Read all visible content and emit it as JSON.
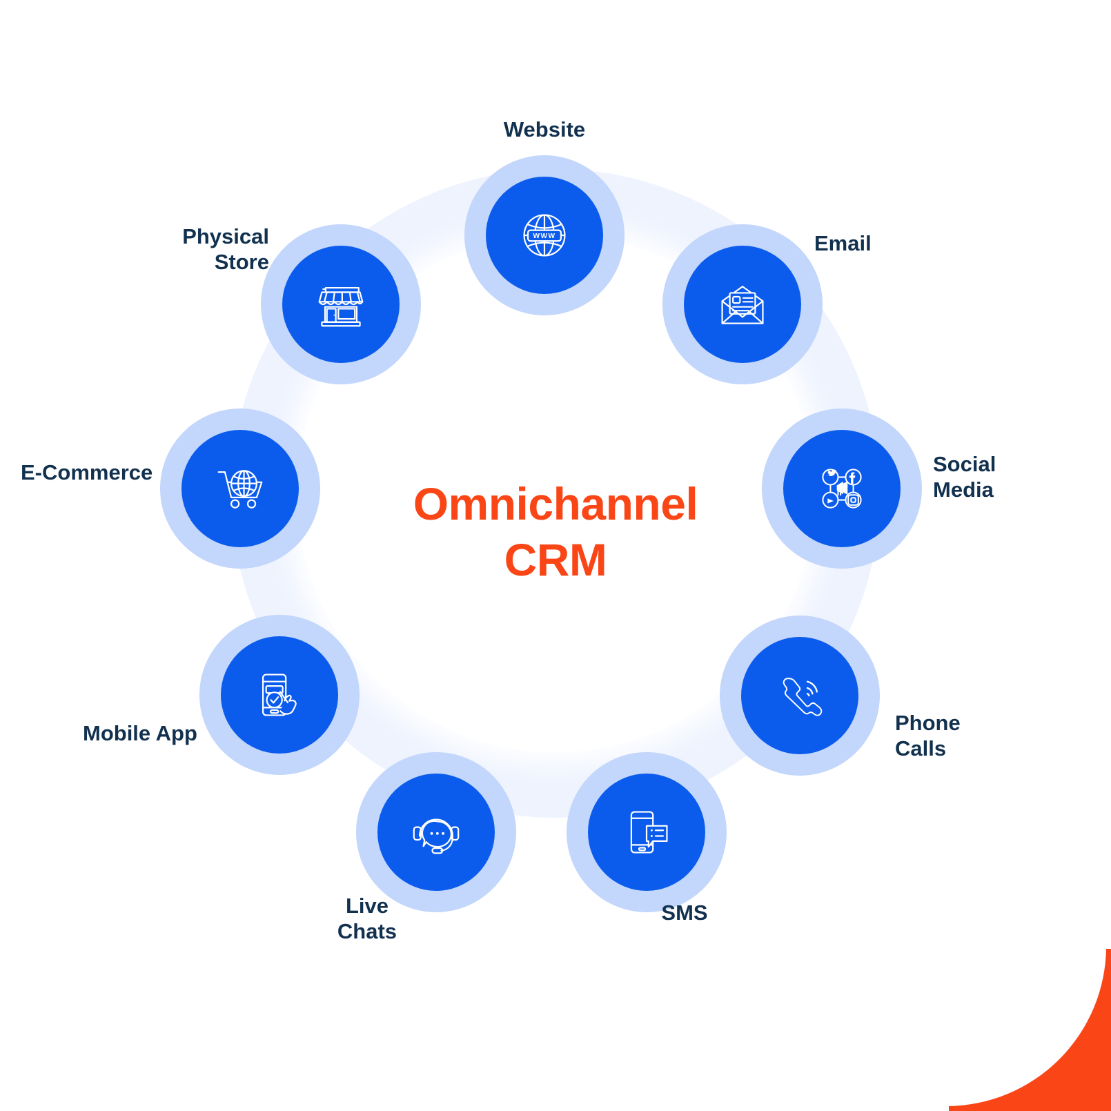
{
  "center": {
    "title": "Omnichannel\nCRM",
    "color": "#fa4616"
  },
  "theme": {
    "node_ring_color": "#c3d6fb",
    "node_core_color": "#0b5ced",
    "label_color": "#12314f",
    "background_band_color": "#eef3fe",
    "accent_color": "#fa4616",
    "page_background": "#ffffff"
  },
  "nodes": [
    {
      "id": "website",
      "label": "Website",
      "icon": "globe-www-icon"
    },
    {
      "id": "email",
      "label": "Email",
      "icon": "open-envelope-icon"
    },
    {
      "id": "social-media",
      "label": "Social\nMedia",
      "icon": "social-network-megaphone-icon"
    },
    {
      "id": "phone-calls",
      "label": "Phone\nCalls",
      "icon": "phone-handset-waves-icon"
    },
    {
      "id": "sms",
      "label": "SMS",
      "icon": "phone-message-bubble-icon"
    },
    {
      "id": "live-chats",
      "label": "Live\nChats",
      "icon": "headset-chat-icon"
    },
    {
      "id": "mobile-app",
      "label": "Mobile App",
      "icon": "phone-tap-check-icon"
    },
    {
      "id": "e-commerce",
      "label": "E-Commerce",
      "icon": "cart-globe-icon"
    },
    {
      "id": "physical-store",
      "label": "Physical\nStore",
      "icon": "storefront-icon"
    }
  ]
}
